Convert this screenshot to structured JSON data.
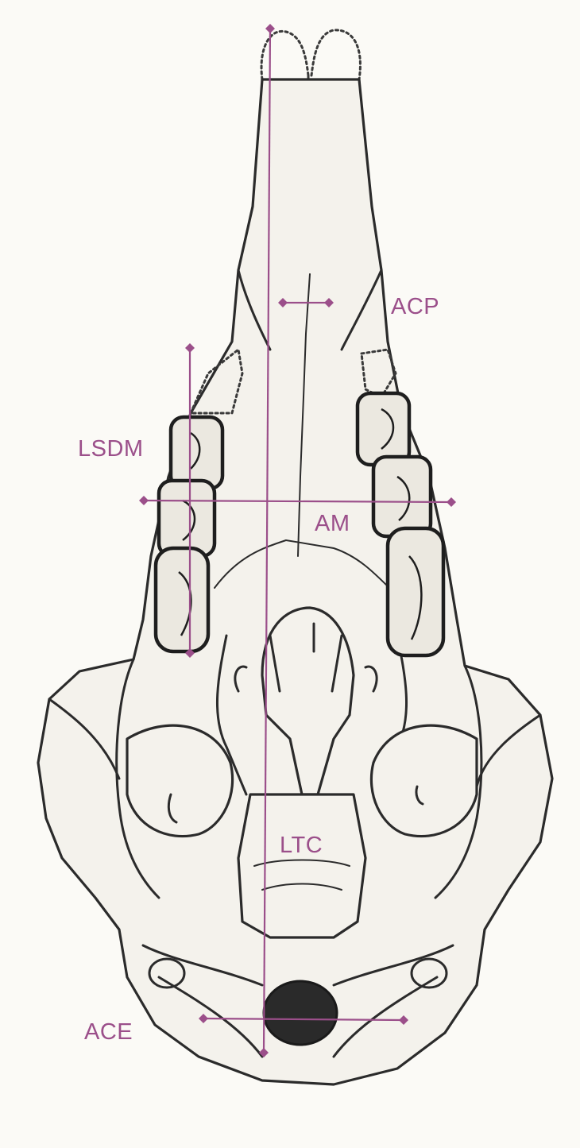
{
  "colors": {
    "measurement": "#9b4f8a",
    "outline": "#2b2b2b",
    "background": "#fbfaf6"
  },
  "labels": {
    "acp": "ACP",
    "lsdm": "LSDM",
    "am": "AM",
    "ltc": "LTC",
    "ace": "ACE"
  }
}
